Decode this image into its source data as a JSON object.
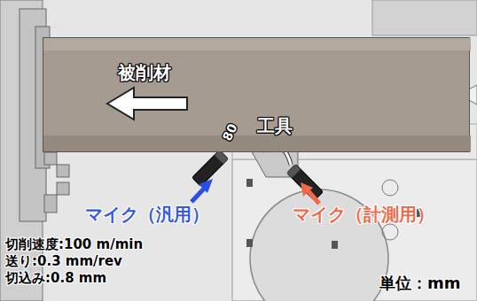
{
  "diagram": {
    "nodes": [
      {
        "text": [
          "被削材"
        ]
      }
    ],
    "labels": [
      "80",
      "工具",
      "マイク（汎用）",
      "マイク（計測用）",
      "切削速度:100 m/min",
      "送り:0.3 mm/rev",
      "切込み:0.8 mm",
      "単位：mm"
    ]
  }
}
